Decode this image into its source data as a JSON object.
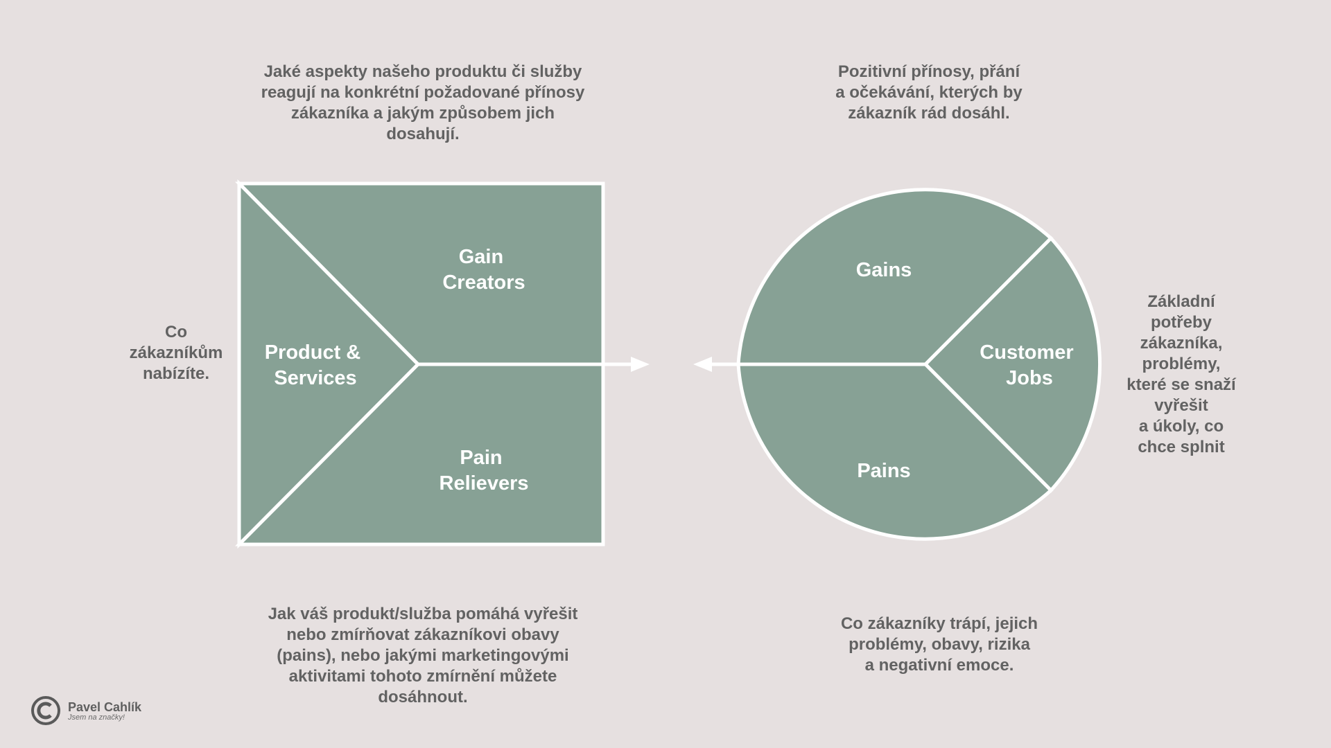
{
  "notes": {
    "top_left": "Jaké aspekty našeho produktu či služby\nreagují na konkrétní požadované přínosy\nzákazníka a jakým způsobem jich\ndosahují.",
    "top_right": "Pozitivní přínosy, přání\na očekávání, kterých by\nzákazník rád dosáhl.",
    "left": "Co\nzákazníkům\nnabízíte.",
    "right": "Základní\npotřeby\nzákazníka,\nproblémy,\nkteré se snaží\nvyřešit\na úkoly, co\nchce splnit",
    "bottom_left": "Jak váš produkt/služba pomáhá vyřešit\nnebo zmírňovat zákazníkovi obavy\n(pains), nebo jakými marketingovými\naktivitami tohoto zmírnění můžete\ndosáhnout.",
    "bottom_right": "Co zákazníky trápí, jejich\nproblémy, obavy, rizika\na negativní emoce."
  },
  "value_map": {
    "gain_creators": [
      "Gain",
      "Creators"
    ],
    "products_services": [
      "Product &",
      "Services"
    ],
    "pain_relievers": [
      "Pain",
      "Relievers"
    ]
  },
  "customer_profile": {
    "gains": "Gains",
    "customer_jobs": [
      "Customer",
      "Jobs"
    ],
    "pains": "Pains"
  },
  "logo": {
    "name": "Pavel Cahlík",
    "tagline": "Jsem na značky!"
  },
  "colors": {
    "background": "#e6e0e0",
    "segment_fill": "#87a195",
    "stroke": "#ffffff",
    "text": "#626262"
  }
}
